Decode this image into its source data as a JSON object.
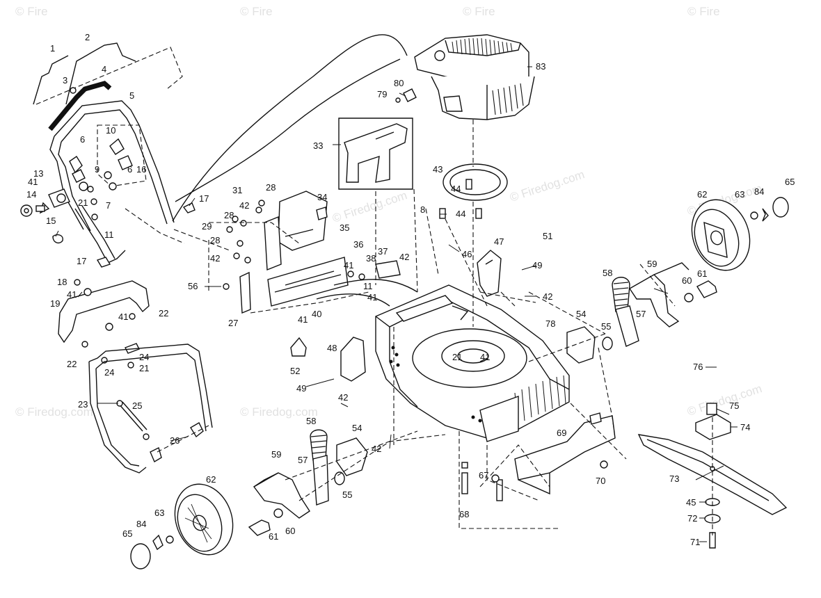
{
  "watermark": "© Firedog.com",
  "watermark_short": "© Fire",
  "part_labels": {
    "p1": "1",
    "p2": "2",
    "p3": "3",
    "p4": "4",
    "p5": "5",
    "p6": "6",
    "p7": "7",
    "p8": "8",
    "p9": "9",
    "p10": "10",
    "p11": "11",
    "p13": "13",
    "p14": "14",
    "p15": "15",
    "p16": "16",
    "p17": "17",
    "p18": "18",
    "p19": "19",
    "p21": "21",
    "p22": "22",
    "p23": "23",
    "p24": "24",
    "p25": "25",
    "p26": "26",
    "p27": "27",
    "p28": "28",
    "p29": "29",
    "p31": "31",
    "p33": "33",
    "p34": "34",
    "p35": "35",
    "p36": "36",
    "p37": "37",
    "p38": "38",
    "p40": "40",
    "p41": "41",
    "p42": "42",
    "p43": "43",
    "p44": "44",
    "p45": "45",
    "p46": "46",
    "p47": "47",
    "p48": "48",
    "p49": "49",
    "p51": "51",
    "p52": "52",
    "p54": "54",
    "p55": "55",
    "p56": "56",
    "p57": "57",
    "p58": "58",
    "p59": "59",
    "p60": "60",
    "p61": "61",
    "p62": "62",
    "p63": "63",
    "p65": "65",
    "p67": "67",
    "p68": "68",
    "p69": "69",
    "p70": "70",
    "p71": "71",
    "p72": "72",
    "p73": "73",
    "p74": "74",
    "p75": "75",
    "p76": "76",
    "p78": "78",
    "p79": "79",
    "p80": "80",
    "p83": "83",
    "p84": "84"
  }
}
